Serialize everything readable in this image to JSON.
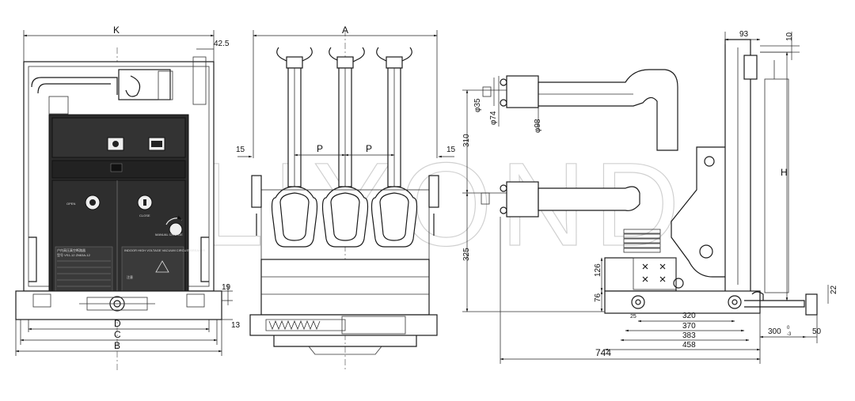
{
  "watermark": "LIYOND",
  "front_view": {
    "dims": {
      "K": "K",
      "offset": "42.5",
      "r19": "19",
      "r13": "13",
      "D": "D",
      "C": "C",
      "B": "B"
    },
    "panel": {
      "label_top": "户内高压真空断路器",
      "label_sub": "INDOOR HIGH VOLTAGE VACUUM CIRCUIT BREAKER",
      "model": "型号 VS1-12 ZN63A-12",
      "manual": "MANUAL CHARGE",
      "close": "CLOSE",
      "open": "OPEN",
      "warn": "注意"
    }
  },
  "side_view": {
    "dims": {
      "A": "A",
      "P1": "P",
      "P2": "P",
      "left15": "15",
      "right15": "15"
    }
  },
  "profile_view": {
    "dims": {
      "d93": "93",
      "d10": "10",
      "phi35": "φ35",
      "phi74": "φ74",
      "phi98": "φ98",
      "d310": "310",
      "H": "H",
      "d325": "325",
      "d126": "126",
      "d76": "76",
      "d22": "22",
      "d25": "25",
      "d320": "320",
      "d370": "370",
      "d383": "383",
      "d458": "458",
      "d744": "744",
      "d300": "300",
      "d300tol": "0\n-3",
      "d50": "50"
    }
  }
}
